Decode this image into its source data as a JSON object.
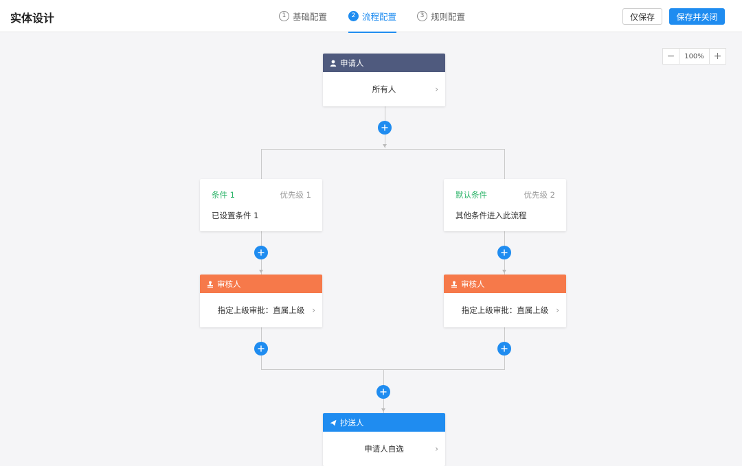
{
  "header": {
    "title": "实体设计",
    "steps": [
      {
        "num": "1",
        "label": "基础配置"
      },
      {
        "num": "2",
        "label": "流程配置"
      },
      {
        "num": "3",
        "label": "规则配置"
      }
    ],
    "save_label": "仅保存",
    "save_close_label": "保存并关闭"
  },
  "zoom": {
    "minus": "−",
    "value": "100%",
    "plus": "+"
  },
  "flow": {
    "start": {
      "head": "申请人",
      "body": "所有人"
    },
    "conditions": [
      {
        "title": "条件 1",
        "priority": "优先级 1",
        "desc": "已设置条件 1"
      },
      {
        "title": "默认条件",
        "priority": "优先级 2",
        "desc": "其他条件进入此流程"
      }
    ],
    "approvers": [
      {
        "head": "审核人",
        "body": "指定上级审批：直属上级"
      },
      {
        "head": "审核人",
        "body": "指定上级审批：直属上级"
      }
    ],
    "cc": {
      "head": "抄送人",
      "body": "申请人自选"
    }
  },
  "colors": {
    "accent": "#1f8cf0",
    "start": "#4f5a7e",
    "approver": "#f6794a",
    "condition": "#2cb469"
  },
  "icons": {
    "start": "user-icon",
    "approver": "stamp-icon",
    "cc": "send-icon",
    "add": "plus-icon",
    "chevron": "chevron-right-icon"
  }
}
